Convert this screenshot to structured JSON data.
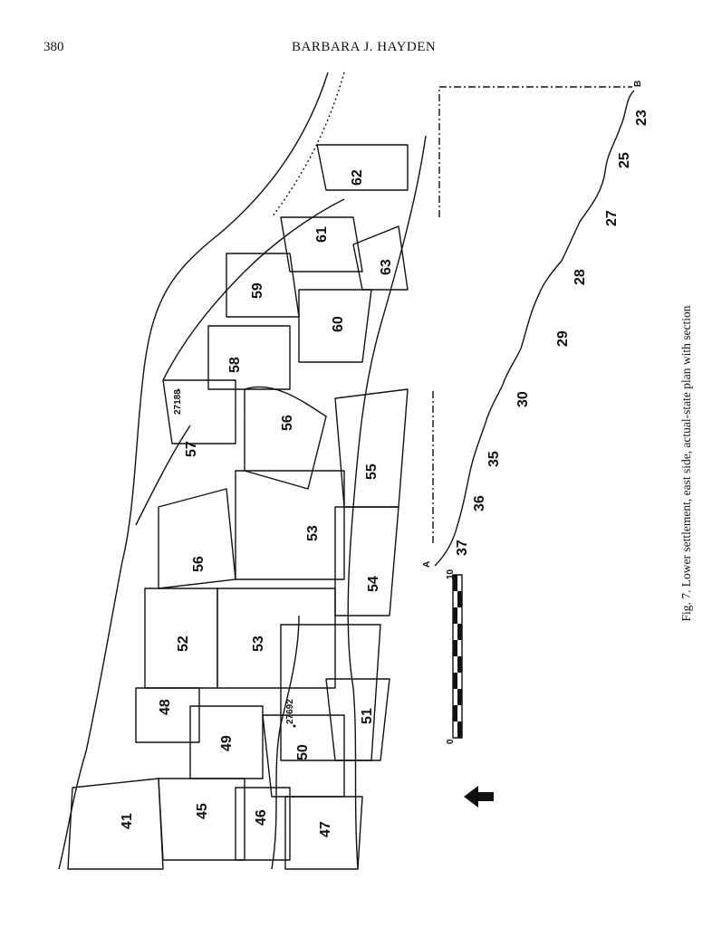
{
  "header": {
    "page_number": "380",
    "running_head": "BARBARA J. HAYDEN"
  },
  "caption": "Fig. 7. Lower settlement, east side, actual-state plan with section",
  "plan": {
    "rooms": [
      "41",
      "45",
      "46",
      "47",
      "48",
      "49",
      "50",
      "51",
      "52",
      "53",
      "53",
      "54",
      "55",
      "56",
      "56",
      "57",
      "58",
      "59",
      "60",
      "61",
      "62",
      "63"
    ],
    "elevation_labels": [
      "27188",
      "27692"
    ],
    "section_labels": [
      "A",
      "B"
    ],
    "section_numbers": [
      "37",
      "36",
      "35",
      "30",
      "29",
      "28",
      "27",
      "25",
      "23"
    ],
    "scale_bar": {
      "min_label": "0",
      "max_label": "10"
    },
    "north_arrow": "north-arrow"
  }
}
